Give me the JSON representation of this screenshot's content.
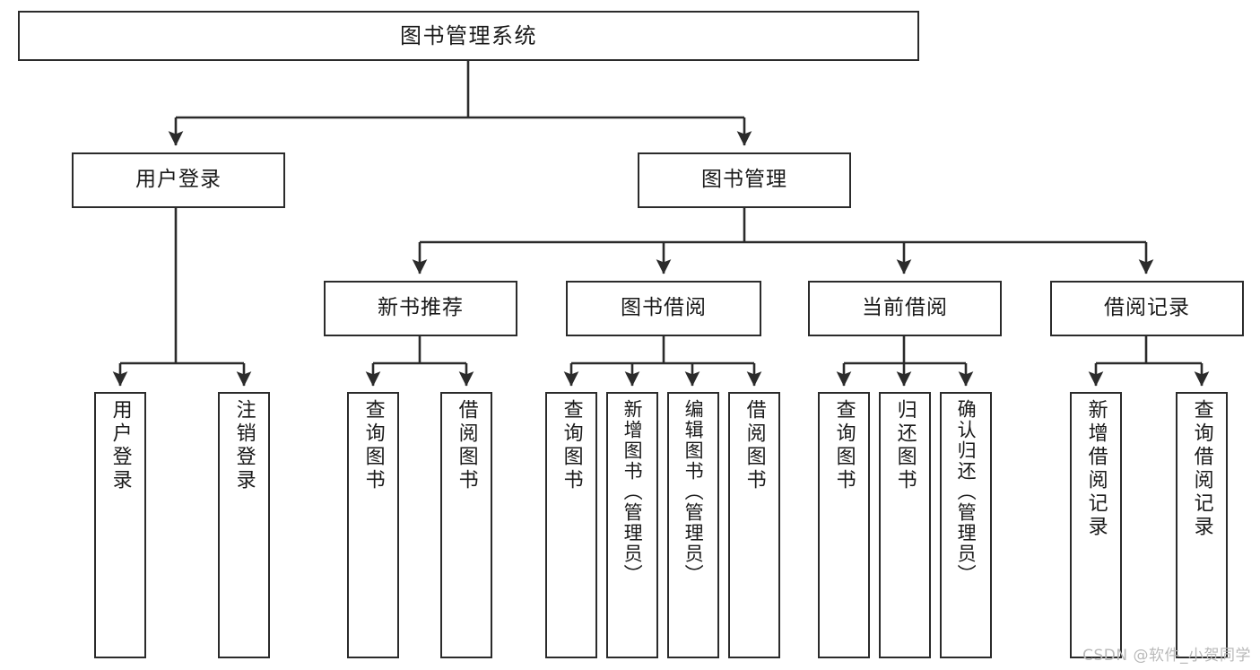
{
  "diagram": {
    "title": "图书管理系统",
    "watermark": "CSDN @软件_小贺同学",
    "line_color": "#2b2b2b",
    "box_fill": "#ffffff",
    "text_color": "#1a1a1a",
    "watermark_color": "#b9b9b9"
  },
  "nodes": {
    "root": {
      "label": "图书管理系统"
    },
    "level1": [
      {
        "label": "用户登录"
      },
      {
        "label": "图书管理"
      }
    ],
    "level2": [
      {
        "label": "新书推荐"
      },
      {
        "label": "图书借阅"
      },
      {
        "label": "当前借阅"
      },
      {
        "label": "借阅记录"
      }
    ],
    "leaves_user_login": [
      {
        "label": "用户登录"
      },
      {
        "label": "注销登录"
      }
    ],
    "leaves_new_book": [
      {
        "label": "查询图书"
      },
      {
        "label": "借阅图书"
      }
    ],
    "leaves_borrow": [
      {
        "label": "查询图书"
      },
      {
        "label": "新增图书（管理员）"
      },
      {
        "label": "编辑图书（管理员）"
      },
      {
        "label": "借阅图书"
      }
    ],
    "leaves_current": [
      {
        "label": "查询图书"
      },
      {
        "label": "归还图书"
      },
      {
        "label": "确认归还（管理员）"
      }
    ],
    "leaves_record": [
      {
        "label": "新增借阅记录"
      },
      {
        "label": "查询借阅记录"
      }
    ]
  }
}
